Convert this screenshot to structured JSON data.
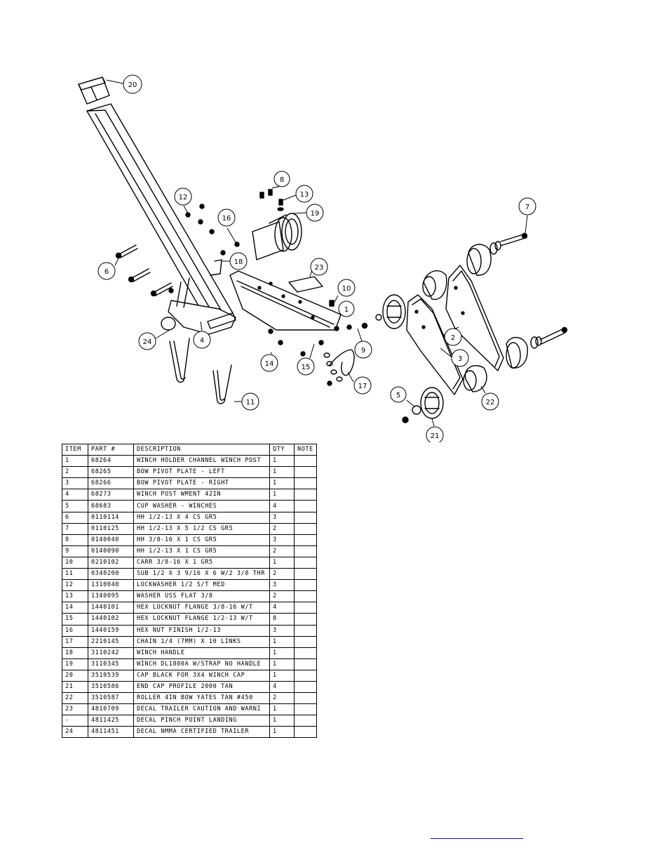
{
  "callouts": [
    {
      "label": "20"
    },
    {
      "label": "8"
    },
    {
      "label": "13"
    },
    {
      "label": "19"
    },
    {
      "label": "12"
    },
    {
      "label": "16"
    },
    {
      "label": "7"
    },
    {
      "label": "18"
    },
    {
      "label": "6"
    },
    {
      "label": "23"
    },
    {
      "label": "10"
    },
    {
      "label": "1"
    },
    {
      "label": "2"
    },
    {
      "label": "9"
    },
    {
      "label": "24"
    },
    {
      "label": "4"
    },
    {
      "label": "3"
    },
    {
      "label": "14"
    },
    {
      "label": "15"
    },
    {
      "label": "17"
    },
    {
      "label": "22"
    },
    {
      "label": "5"
    },
    {
      "label": "11"
    },
    {
      "label": "21"
    }
  ],
  "parts_table": {
    "headers": {
      "item": "ITEM",
      "part": "PART #",
      "description": "DESCRIPTION",
      "qty": "QTY",
      "note": "NOTE"
    },
    "rows": [
      {
        "item": "1",
        "part": "68264",
        "description": "WINCH HOLDER CHANNEL WINCH POST",
        "qty": "1"
      },
      {
        "item": "2",
        "part": "68265",
        "description": "BOW PIVOT PLATE - LEFT",
        "qty": "1"
      },
      {
        "item": "3",
        "part": "68266",
        "description": "BOW PIVOT PLATE - RIGHT",
        "qty": "1"
      },
      {
        "item": "4",
        "part": "68273",
        "description": "WINCH POST WMENT 42IN",
        "qty": "1"
      },
      {
        "item": "5",
        "part": "68683",
        "description": "CUP WASHER - WINCHES",
        "qty": "4"
      },
      {
        "item": "6",
        "part": "0110114",
        "description": "HH 1/2-13 X 4 CS GR5",
        "qty": "3"
      },
      {
        "item": "7",
        "part": "0110125",
        "description": "HH 1/2-13 X 5 1/2 CS GR5",
        "qty": "2"
      },
      {
        "item": "8",
        "part": "0140040",
        "description": "HH 3/8-16 X 1 CS GR5",
        "qty": "3"
      },
      {
        "item": "9",
        "part": "0140090",
        "description": "HH 1/2-13 X 1 CS GR5",
        "qty": "2"
      },
      {
        "item": "10",
        "part": "0210102",
        "description": "CARR 3/8-16 X 1 GR5",
        "qty": "1"
      },
      {
        "item": "11",
        "part": "0340200",
        "description": "SUB 1/2 X 3 9/16 X 6 W/2 3/8 THR",
        "qty": "2"
      },
      {
        "item": "12",
        "part": "1310040",
        "description": "LOCKWASHER 1/2 S/T MED",
        "qty": "3"
      },
      {
        "item": "13",
        "part": "1340095",
        "description": "WASHER USS FLAT 3/8",
        "qty": "2"
      },
      {
        "item": "14",
        "part": "1440101",
        "description": "HEX LOCKNUT FLANGE 3/8-16 W/T",
        "qty": "4"
      },
      {
        "item": "15",
        "part": "1440102",
        "description": "HEX LOCKNUT FLANGE 1/2-13 W/T",
        "qty": "8"
      },
      {
        "item": "16",
        "part": "1440159",
        "description": "HEX NUT FINISH 1/2-13",
        "qty": "3"
      },
      {
        "item": "17",
        "part": "2210145",
        "description": "CHAIN 1/4 (7MM) X 10 LINKS",
        "qty": "1"
      },
      {
        "item": "18",
        "part": "3110242",
        "description": "WINCH HANDLE",
        "qty": "1"
      },
      {
        "item": "19",
        "part": "3110345",
        "description": "WINCH DL1800A W/STRAP  NO HANDLE",
        "qty": "1"
      },
      {
        "item": "20",
        "part": "3510539",
        "description": "CAP BLACK FOR 3X4 WINCH CAP",
        "qty": "1"
      },
      {
        "item": "21",
        "part": "3510586",
        "description": "END CAP PROFILE 2000 TAN",
        "qty": "4"
      },
      {
        "item": "22",
        "part": "3510587",
        "description": "ROLLER 4IN BOW YATES TAN #450",
        "qty": "2"
      },
      {
        "item": "23",
        "part": "4810709",
        "description": "DECAL TRAILER CAUTION AND WARNI",
        "qty": "1"
      },
      {
        "item": "-",
        "part": "4811425",
        "description": "DECAL PINCH POINT LANDING",
        "qty": "1"
      },
      {
        "item": "24",
        "part": "4811451",
        "description": "DECAL NMMA CERTIFIED TRAILER",
        "qty": "1"
      }
    ]
  }
}
